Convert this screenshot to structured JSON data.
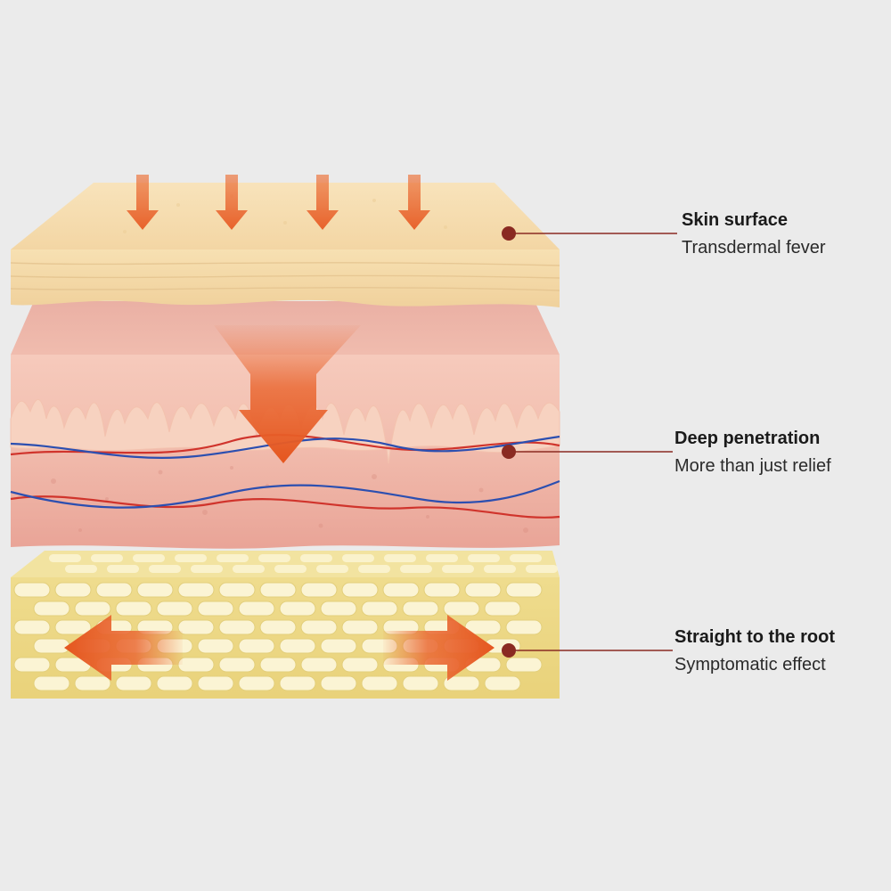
{
  "labels": [
    {
      "title": "Skin surface",
      "subtitle": "Transdermal fever"
    },
    {
      "title": "Deep penetration",
      "subtitle": "More than just relief"
    },
    {
      "title": "Straight to the root",
      "subtitle": "Symptomatic effect"
    }
  ],
  "colors": {
    "background": "#ebebeb",
    "epidermis": "#f6dcae",
    "dermis": "#eaa79c",
    "fat_layer": "#f1e197",
    "fat_cell": "#fbf4d4",
    "arrow": "#e9662f",
    "leader_line": "#8a2a22",
    "vein": "#2c4fb0",
    "artery": "#d0342c"
  },
  "icons": [
    "down-arrow-icon",
    "large-down-arrow-icon",
    "left-arrow-icon",
    "right-arrow-icon"
  ]
}
